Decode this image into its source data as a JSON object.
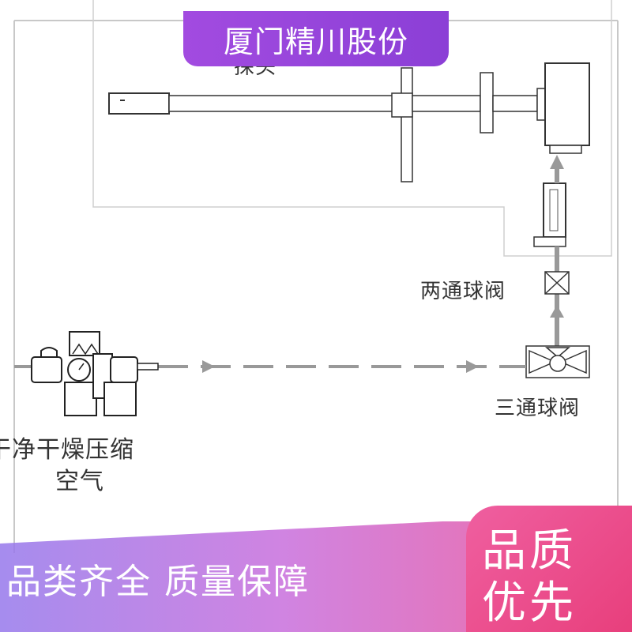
{
  "banner": {
    "title": "厦门精川股份"
  },
  "diagram": {
    "labels": {
      "probe_partial": "探头",
      "two_way_valve": "两通球阀",
      "three_way_valve": "三通球阀",
      "air_line1": "干净干燥压缩",
      "air_line2": "空气"
    }
  },
  "footer": {
    "slogan": "品类齐全  质量保障",
    "badge_line1": "品质",
    "badge_line2": "优先"
  },
  "colors": {
    "banner": "#9b45dc",
    "badge": "#e94a86",
    "line": "#999999"
  }
}
